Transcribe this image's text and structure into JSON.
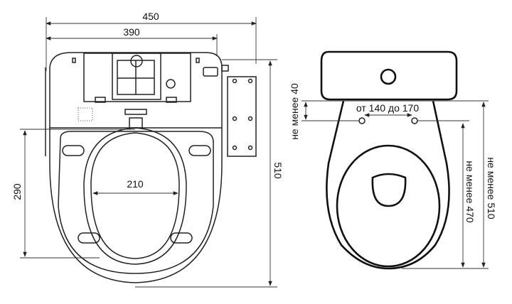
{
  "left_drawing": {
    "width_total": "450",
    "width_seat": "390",
    "inner_width": "210",
    "hinge_to_front": "290",
    "length_total": "510"
  },
  "right_drawing": {
    "tank_gap": "не менее 40",
    "mount_hole_spacing": "от 140 до 170",
    "holes_to_front": "не менее 470",
    "tank_to_front": "не менее 510"
  },
  "colors": {
    "line": "#222222",
    "background": "#ffffff"
  }
}
